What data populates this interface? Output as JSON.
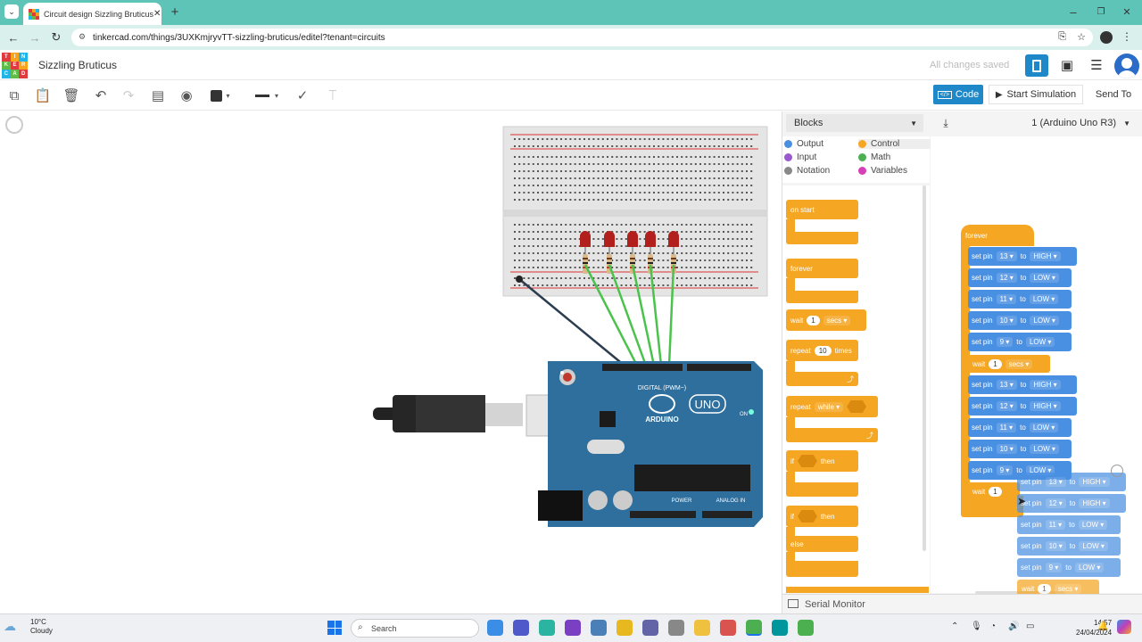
{
  "browser": {
    "tab_title": "Circuit design Sizzling Bruticus",
    "url": "tinkercad.com/things/3UXKmjryvTT-sizzling-bruticus/editel?tenant=circuits"
  },
  "app": {
    "logo_letters": [
      "T",
      "I",
      "N",
      "K",
      "E",
      "R",
      "C",
      "A",
      "D"
    ],
    "project_title": "Sizzling Bruticus",
    "save_status": "All changes saved"
  },
  "toolbar": {
    "code_label": "Code",
    "start_sim_label": "Start Simulation",
    "send_to_label": "Send To"
  },
  "code_panel": {
    "editor_mode": "Blocks",
    "device": "1 (Arduino Uno R3)",
    "categories": [
      {
        "label": "Output",
        "color": "#4a90e2"
      },
      {
        "label": "Control",
        "color": "#f5a623"
      },
      {
        "label": "Input",
        "color": "#9b59d0"
      },
      {
        "label": "Math",
        "color": "#4caf50"
      },
      {
        "label": "Notation",
        "color": "#888888"
      },
      {
        "label": "Variables",
        "color": "#d63fb8"
      }
    ],
    "palette": {
      "on_start": "on start",
      "forever": "forever",
      "wait": "wait",
      "wait_value": "1",
      "wait_unit": "secs",
      "repeat": "repeat",
      "repeat_value": "10",
      "repeat_times": "times",
      "repeat_while": "repeat",
      "while": "while",
      "if": "if",
      "then": "then",
      "if2": "if",
      "then2": "then",
      "else": "else"
    },
    "program": {
      "forever_label": "forever",
      "set_pin_label": "set pin",
      "to_label": "to",
      "group1": [
        {
          "pin": "13",
          "value": "HIGH"
        },
        {
          "pin": "12",
          "value": "LOW"
        },
        {
          "pin": "11",
          "value": "LOW"
        },
        {
          "pin": "10",
          "value": "LOW"
        },
        {
          "pin": "9",
          "value": "LOW"
        }
      ],
      "wait1": {
        "label": "wait",
        "value": "1",
        "unit": "secs"
      },
      "group2": [
        {
          "pin": "13",
          "value": "HIGH"
        },
        {
          "pin": "12",
          "value": "HIGH"
        },
        {
          "pin": "11",
          "value": "LOW"
        },
        {
          "pin": "10",
          "value": "LOW"
        },
        {
          "pin": "9",
          "value": "LOW"
        }
      ],
      "wait2": {
        "label": "wait",
        "value": "1"
      },
      "dragged": [
        {
          "pin": "13",
          "value": "HIGH"
        },
        {
          "pin": "12",
          "value": "HIGH"
        },
        {
          "pin": "11",
          "value": "LOW"
        },
        {
          "pin": "10",
          "value": "LOW"
        },
        {
          "pin": "9",
          "value": "LOW"
        }
      ],
      "dragged_wait": {
        "label": "wait",
        "value": "1",
        "unit": "secs"
      }
    },
    "serial_monitor": "Serial Monitor"
  },
  "board": {
    "brand": "ARDUINO",
    "model": "UNO",
    "digital_label": "DIGITAL (PWM~)",
    "power_label": "POWER",
    "analog_label": "ANALOG IN",
    "on_label": "ON"
  },
  "taskbar": {
    "temperature": "10°C",
    "condition": "Cloudy",
    "search_placeholder": "Search",
    "time": "14:57",
    "date": "24/04/2024"
  }
}
